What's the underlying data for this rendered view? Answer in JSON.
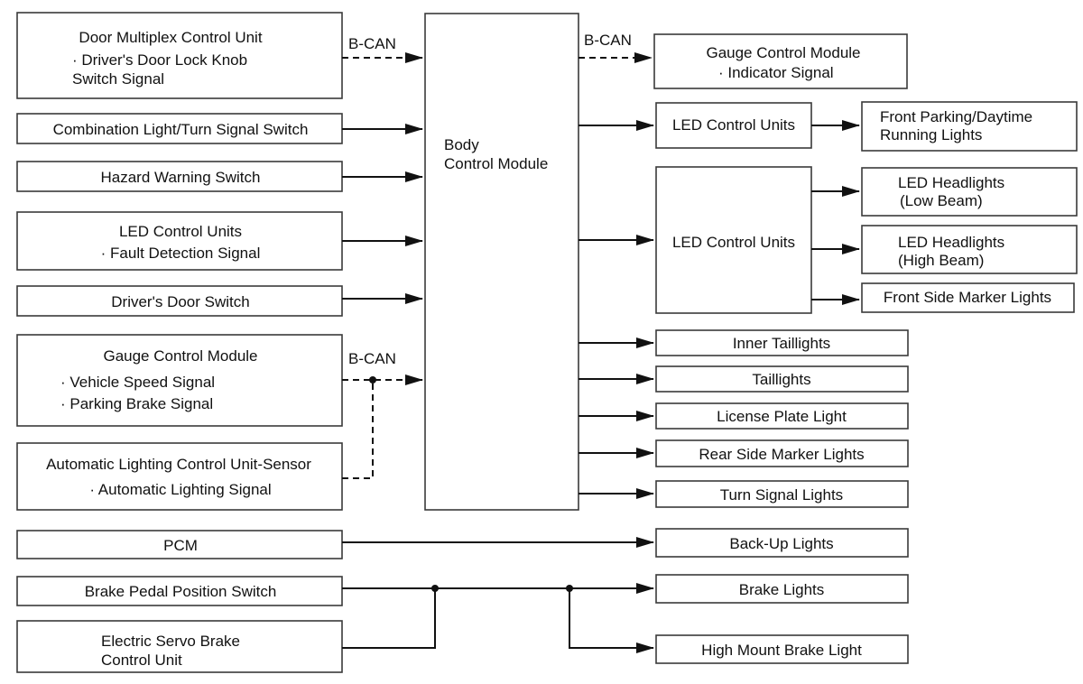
{
  "bus_label": "B-CAN",
  "bcm": [
    "Body",
    "Control Module"
  ],
  "inputs": {
    "door_multiplex": [
      "Door Multiplex Control Unit",
      "· Driver's Door Lock Knob",
      "Switch Signal"
    ],
    "combination_switch": "Combination Light/Turn Signal Switch",
    "hazard_switch": "Hazard Warning Switch",
    "led_control_fault": [
      "LED Control Units",
      "· Fault Detection Signal"
    ],
    "drivers_door_switch": "Driver's Door Switch",
    "gauge_control": [
      "Gauge Control Module",
      "· Vehicle Speed Signal",
      "· Parking Brake Signal"
    ],
    "auto_lighting": [
      "Automatic Lighting Control Unit-Sensor",
      "· Automatic Lighting Signal"
    ],
    "pcm": "PCM",
    "brake_pedal_switch": "Brake Pedal Position Switch",
    "servo_brake": [
      "Electric Servo Brake",
      "Control Unit"
    ]
  },
  "outputs": {
    "gauge_indicator": [
      "Gauge Control Module",
      "· Indicator Signal"
    ],
    "led_control_front": "LED Control Units",
    "front_parking": [
      "Front Parking/Daytime",
      "Running Lights"
    ],
    "led_control_head": "LED Control Units",
    "headlight_low": [
      "LED Headlights",
      "(Low Beam)"
    ],
    "headlight_high": [
      "LED Headlights",
      "(High Beam)"
    ],
    "front_side_marker": "Front Side Marker Lights",
    "inner_taillights": "Inner Taillights",
    "taillights": "Taillights",
    "license_plate": "License Plate Light",
    "rear_side_marker": "Rear Side Marker Lights",
    "turn_signal": "Turn Signal Lights",
    "backup_lights": "Back-Up Lights",
    "brake_lights": "Brake Lights",
    "high_mount_brake": "High Mount Brake Light"
  }
}
